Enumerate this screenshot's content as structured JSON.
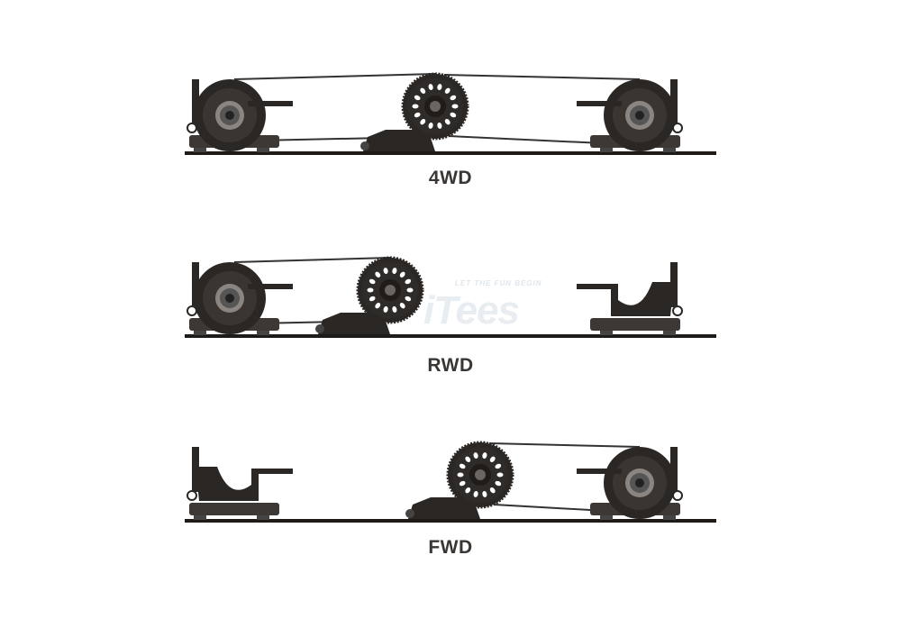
{
  "diagram": {
    "panels": [
      {
        "label": "4WD",
        "rear_drive": true,
        "front_drive": true
      },
      {
        "label": "RWD",
        "rear_drive": true,
        "front_drive": false
      },
      {
        "label": "FWD",
        "rear_drive": false,
        "front_drive": true
      }
    ],
    "watermark": {
      "tagline": "LET THE FUN BEGIN",
      "brand": "iTees"
    },
    "colors": {
      "body": "#2b2724",
      "block": "#3d3834",
      "bearing": "#8a8580",
      "label": "#3a3633"
    }
  }
}
